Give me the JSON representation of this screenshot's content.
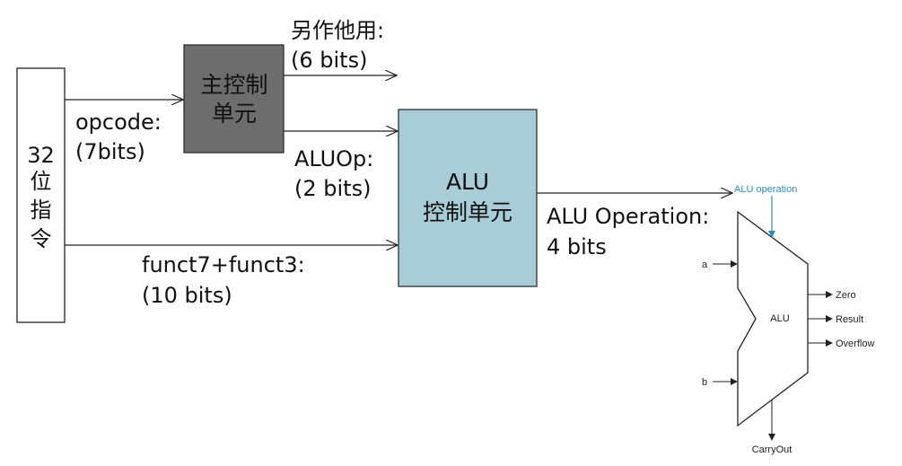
{
  "instruction_box": {
    "lines": [
      "32",
      "位",
      "指",
      "令"
    ]
  },
  "main_control": {
    "lines": [
      "主控制",
      "单元"
    ],
    "fill": "#6d6d6d"
  },
  "alu_control": {
    "lines": [
      "ALU",
      "控制单元"
    ],
    "fill": "#a8cdd6"
  },
  "labels": {
    "other_use_1": "另作他用:",
    "other_use_2": "(6 bits)",
    "opcode_1": "opcode:",
    "opcode_2": "(7bits)",
    "aluop_1": "ALUOp:",
    "aluop_2": "(2 bits)",
    "funct_1": "funct7+funct3:",
    "funct_2": "(10 bits)",
    "alu_operation_1": "ALU Operation:",
    "alu_operation_2": "4 bits"
  },
  "alu_symbol": {
    "operation_label": "ALU operation",
    "center_label": "ALU",
    "input_a": "a",
    "input_b": "b",
    "output_zero": "Zero",
    "output_result": "Result",
    "output_overflow": "Overflow",
    "output_carry": "CarryOut",
    "accent_color": "#2a8ec0"
  }
}
